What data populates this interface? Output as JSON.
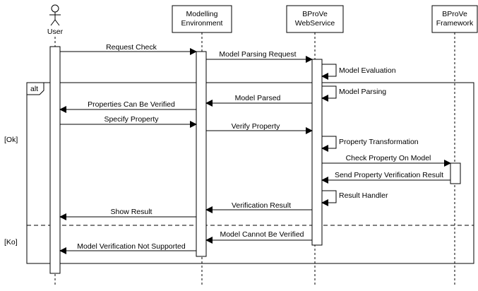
{
  "participants": {
    "user": "User",
    "modelling_env": [
      "Modelling",
      "Environment"
    ],
    "webservice": [
      "BProVe",
      "WebService"
    ],
    "framework": [
      "BProVe",
      "Framework"
    ]
  },
  "fragment": {
    "operator": "alt",
    "guard_ok": "[Ok]",
    "guard_ko": "[Ko]"
  },
  "messages": {
    "request_check": "Request Check",
    "model_parsing_request": "Model Parsing Request",
    "model_evaluation": "Model Evaluation",
    "model_parsing": "Model Parsing",
    "model_parsed": "Model Parsed",
    "properties_can_be_verified": "Properties Can Be Verified",
    "specify_property": "Specify Property",
    "verify_property": "Verify Property",
    "property_transformation": "Property Transformation",
    "check_property_on_model": "Check Property On Model",
    "send_property_verification_result": "Send Property Verification Result",
    "result_handler": "Result Handler",
    "verification_result": "Verification Result",
    "show_result": "Show Result",
    "model_cannot_be_verified": "Model Cannot Be Verified",
    "model_verification_not_supported": "Model Verification Not Supported"
  }
}
